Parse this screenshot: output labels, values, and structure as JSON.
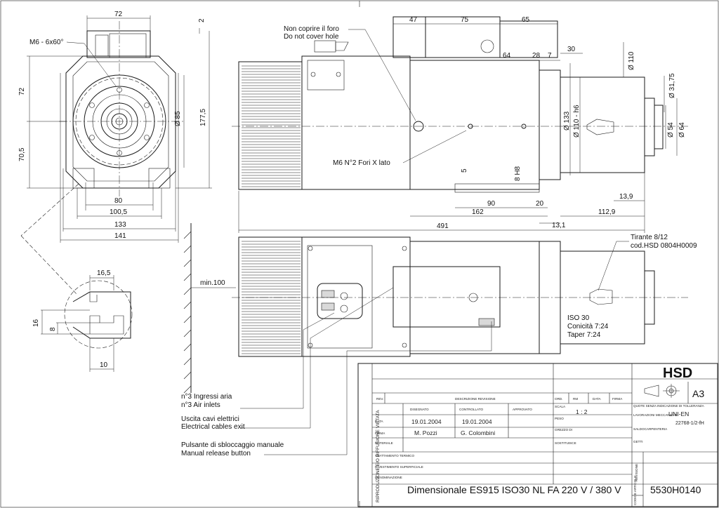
{
  "front_view": {
    "thread": "M6 - 6x60°",
    "dims": {
      "top_width": "72",
      "top_gap": "2",
      "height_top": "72",
      "height_bottom": "70,5",
      "diameter_85": "Ø 85",
      "height_total": "177,5",
      "w80": "80",
      "w100": "100,5",
      "w133": "133",
      "w141": "141"
    }
  },
  "detail": {
    "w16": "16,5",
    "h16": "16",
    "h8": "8",
    "w10": "10"
  },
  "side_view": {
    "note_it": "Non coprire il foro",
    "note_en": "Do not cover hole",
    "holes_note": "M6  N°2 Fori X lato",
    "dims": {
      "d47": "47",
      "d75": "75",
      "d65": "65",
      "d64": "64",
      "d28": "28",
      "d7": "7",
      "d30": "30",
      "d110": "Ø 110",
      "d31": "Ø 31,75",
      "d133": "Ø 133",
      "d110h6": "Ø 110 - h6",
      "d54": "Ø 54",
      "d64b": "Ø 64",
      "d5": "5",
      "d8h8": "8 H8",
      "d90": "90",
      "d20": "20",
      "d162": "162",
      "d13_9": "13,9",
      "d112": "112,9",
      "d13_1": "13,1",
      "d491": "491"
    }
  },
  "top_view": {
    "min_dist": "min.100",
    "tie_rod": "Tirante 8/12",
    "tie_code": "cod.HSD 0804H0009",
    "iso": "ISO 30",
    "conicity": "Conicità 7:24",
    "taper": "Taper    7:24"
  },
  "legend": [
    {
      "it": "n°3 Ingressi aria",
      "en": "n°3 Air inlets"
    },
    {
      "it": "Uscita cavi elettrici",
      "en": "Electrical cables exit"
    },
    {
      "it": "Pulsante di sbloccaggio manuale",
      "en": "Manual release button"
    }
  ],
  "title_block": {
    "brand": "HSD",
    "format": "A3",
    "headers": {
      "rev": "REV.",
      "desc": "DESCRIZIONE REVISIONE",
      "ord": "ORD.",
      "rm": "RM",
      "data": "DATA",
      "firma": "FIRMA"
    },
    "row_labels": {
      "data": "DATA",
      "firma": "FIRMA",
      "materiale": "MATERIALE",
      "trattamento": "TRATTAMENTO TERMICO",
      "rivestimento": "RIVESTIMENTO SUPERFICIALE",
      "denominazione": "DENOMINAZIONE"
    },
    "cols": {
      "disegnato": "DISEGNATO",
      "controllato": "CONTROLLATO",
      "approvato": "APPROVATO",
      "scala": "SCALA",
      "peso": "PESO",
      "grezzo": "GREZZO DI",
      "sostituisce": "SOSTITUISCE"
    },
    "date_drawn": "19.01.2004",
    "date_checked": "19.01.2004",
    "drawn_by": "M. Pozzi",
    "checked_by": "G. Colombini",
    "scale": "1 : 2",
    "tolerance_note": "QUOTE SENZA INDICAZIONE DI TOLLERANZA",
    "lavorazioni": "LAVORAZIONI MECCANICHE",
    "standard": "UNI-EN",
    "standard_code": "22768-1/2-fH",
    "saldo": "SALDOCARPENTERIA",
    "getti": "GETTI",
    "revisione": "REVISIONE",
    "codice": "CODICE ARTICOLO",
    "vertical_note": "RIPRODUZIONE E/O DIFFUSIONE VIETATA",
    "title": "Dimensionale ES915 ISO30 NL FA  220 V / 380 V",
    "code": "5530H0140"
  }
}
